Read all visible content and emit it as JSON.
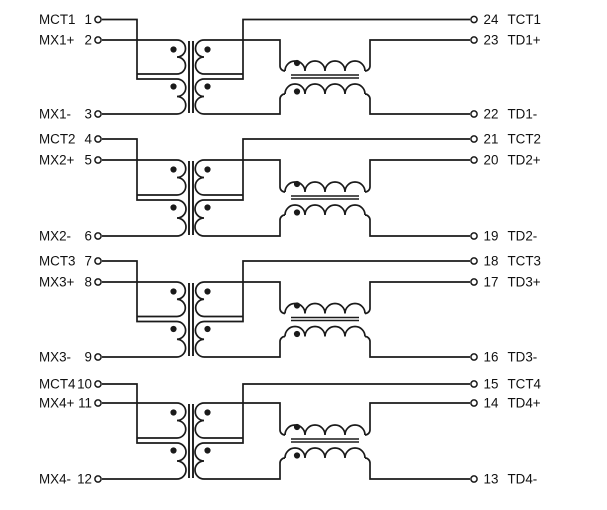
{
  "figure": {
    "background_color": "#ffffff",
    "line_color": "#1a1a1a"
  },
  "channels": [
    {
      "left": {
        "ct": {
          "label": "MCT1",
          "pin": "1"
        },
        "pos": {
          "label": "MX1+",
          "pin": "2"
        },
        "neg": {
          "label": "MX1-",
          "pin": "3"
        }
      },
      "right": {
        "ct": {
          "pin": "24",
          "label": "TCT1"
        },
        "pos": {
          "pin": "23",
          "label": "TD1+"
        },
        "neg": {
          "pin": "22",
          "label": "TD1-"
        }
      }
    },
    {
      "left": {
        "ct": {
          "label": "MCT2",
          "pin": "4"
        },
        "pos": {
          "label": "MX2+",
          "pin": "5"
        },
        "neg": {
          "label": "MX2-",
          "pin": "6"
        }
      },
      "right": {
        "ct": {
          "pin": "21",
          "label": "TCT2"
        },
        "pos": {
          "pin": "20",
          "label": "TD2+"
        },
        "neg": {
          "pin": "19",
          "label": "TD2-"
        }
      }
    },
    {
      "left": {
        "ct": {
          "label": "MCT3",
          "pin": "7"
        },
        "pos": {
          "label": "MX3+",
          "pin": "8"
        },
        "neg": {
          "label": "MX3-",
          "pin": "9"
        }
      },
      "right": {
        "ct": {
          "pin": "18",
          "label": "TCT3"
        },
        "pos": {
          "pin": "17",
          "label": "TD3+"
        },
        "neg": {
          "pin": "16",
          "label": "TD3-"
        }
      }
    },
    {
      "left": {
        "ct": {
          "label": "MCT4",
          "pin": "10"
        },
        "pos": {
          "label": "MX4+",
          "pin": "11"
        },
        "neg": {
          "label": "MX4-",
          "pin": "12"
        }
      },
      "right": {
        "ct": {
          "pin": "15",
          "label": "TCT4"
        },
        "pos": {
          "pin": "14",
          "label": "TD4+"
        },
        "neg": {
          "pin": "13",
          "label": "TD4-"
        }
      }
    }
  ]
}
